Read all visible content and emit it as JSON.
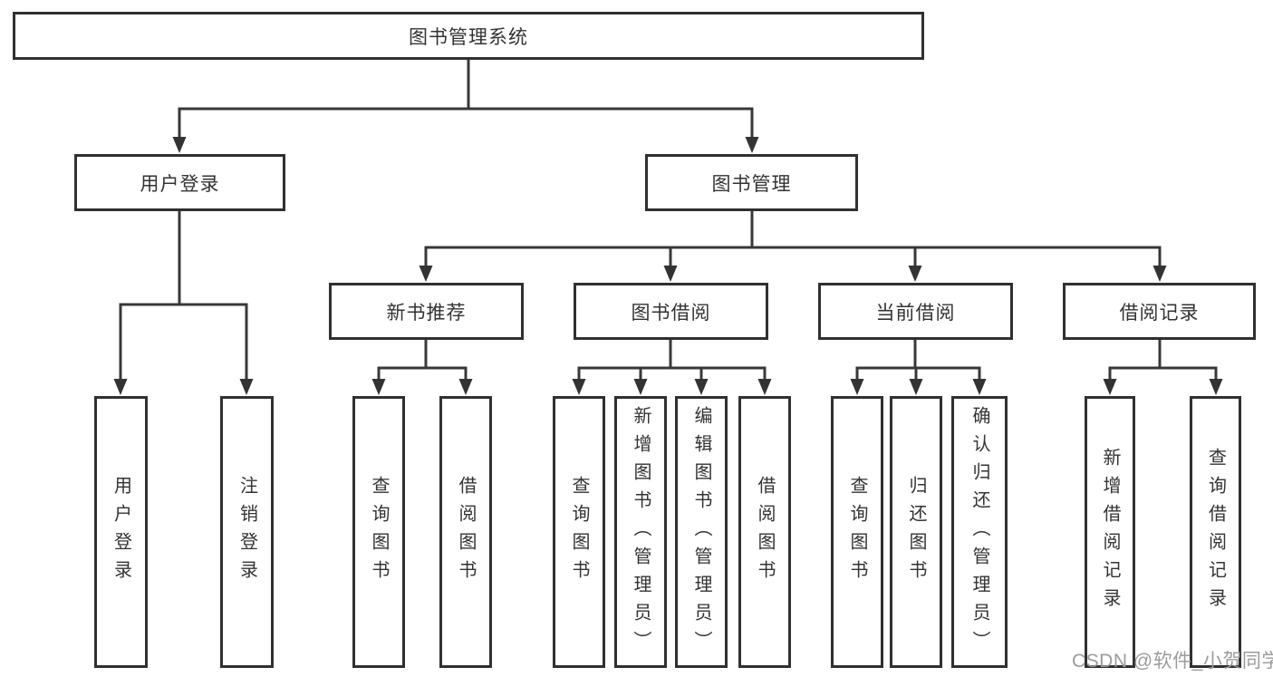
{
  "nodes": {
    "root": {
      "label": "图书管理系统"
    },
    "level2": [
      {
        "label": "用户登录"
      },
      {
        "label": "图书管理"
      }
    ],
    "level3": [
      {
        "label": "新书推荐"
      },
      {
        "label": "图书借阅"
      },
      {
        "label": "当前借阅"
      },
      {
        "label": "借阅记录"
      }
    ],
    "leaves": [
      {
        "label": "用户登录"
      },
      {
        "label": "注销登录"
      },
      {
        "label": "查询图书"
      },
      {
        "label": "借阅图书"
      },
      {
        "label": "查询图书"
      },
      {
        "label": "新增图书（管理员）"
      },
      {
        "label": "编辑图书（管理员）"
      },
      {
        "label": "借阅图书"
      },
      {
        "label": "查询图书"
      },
      {
        "label": "归还图书"
      },
      {
        "label": "确认归还（管理员）"
      },
      {
        "label": "新增借阅记录"
      },
      {
        "label": "查询借阅记录"
      }
    ]
  },
  "watermark": {
    "text": "CSDN @软件_小贺同学"
  },
  "colors": {
    "line": "#383838",
    "border": "#303030",
    "text": "#333333",
    "watermark": "#9b9b9b",
    "background": "#ffffff"
  }
}
